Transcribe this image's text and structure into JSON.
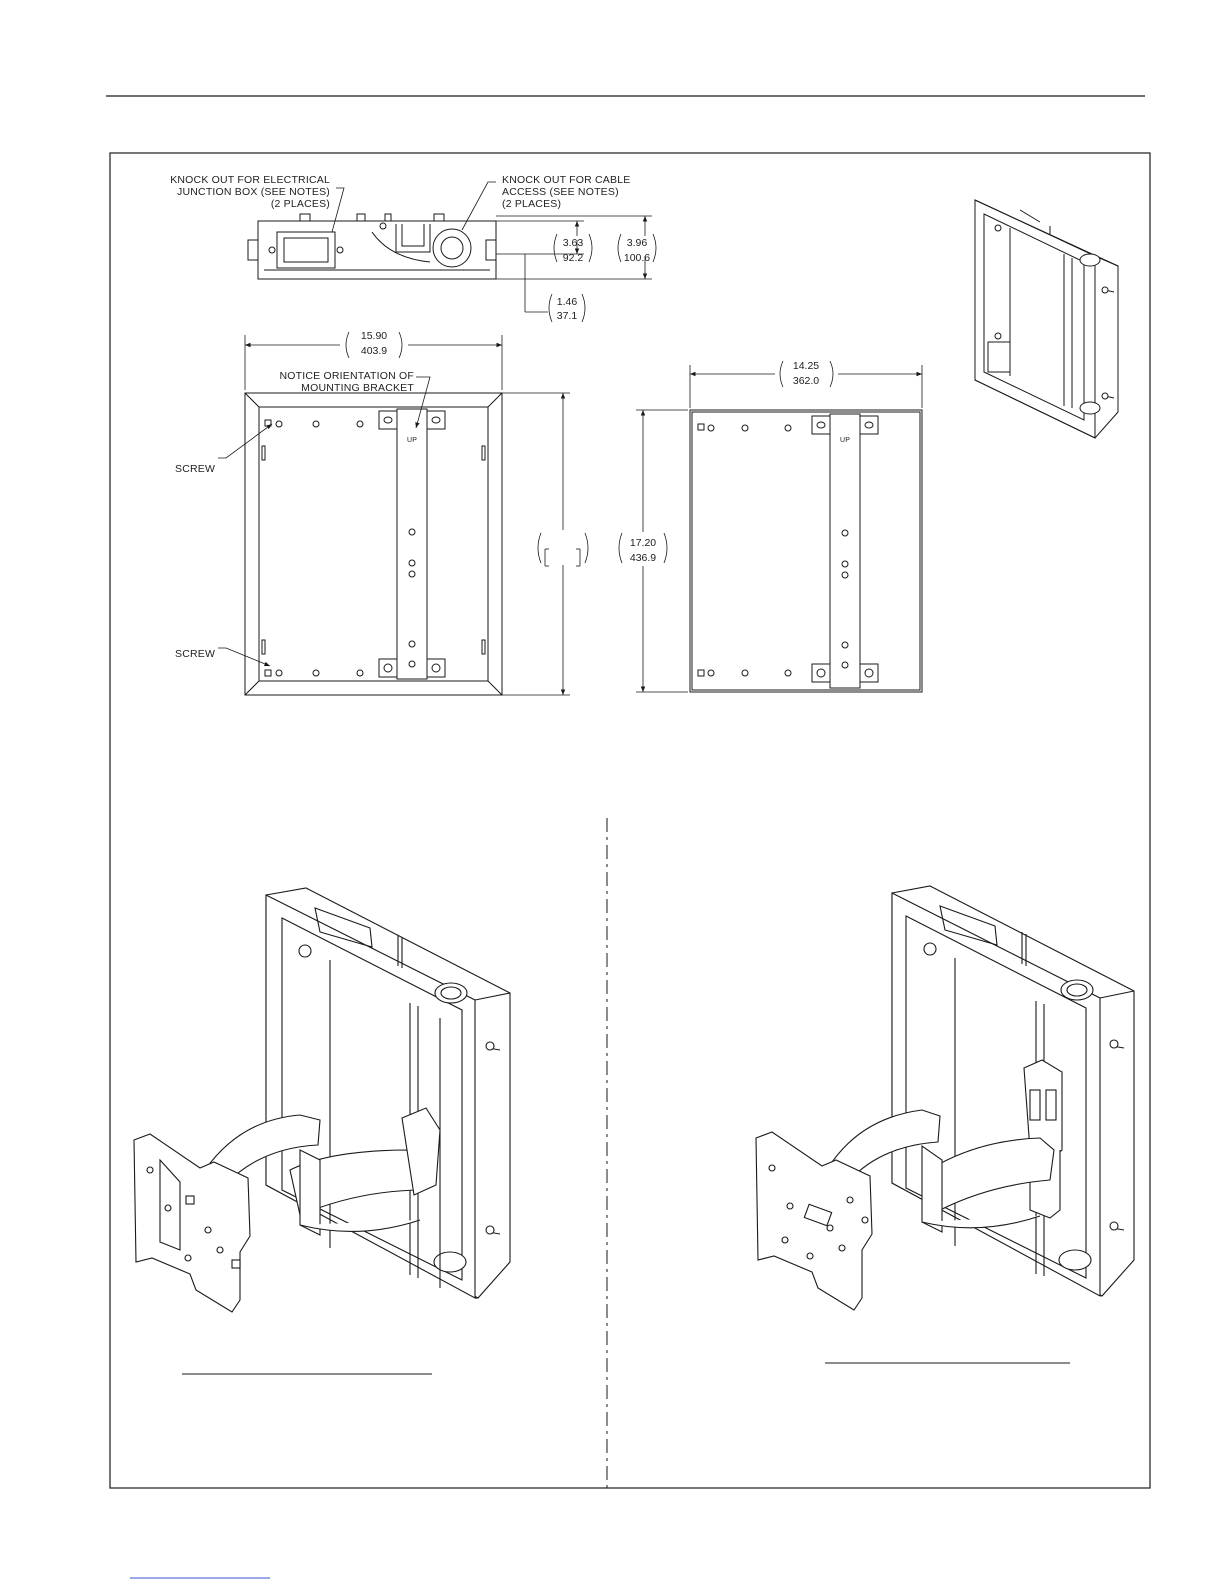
{
  "colors": {
    "ink": "#1a1a1a",
    "paper": "#ffffff",
    "link": "#3355cc"
  },
  "top_view": {
    "electrical_callout": [
      "KNOCK OUT FOR ELECTRICAL",
      "JUNCTION BOX (SEE NOTES)",
      "(2 PLACES)"
    ],
    "cable_callout": [
      "KNOCK OUT FOR CABLE",
      "ACCESS (SEE NOTES)",
      "(2 PLACES)"
    ],
    "dim_height_in": "3.63",
    "dim_height_mm": "92.2",
    "dim_depth_in": "3.96",
    "dim_depth_mm": "100.6",
    "dim_offset_in": "1.46",
    "dim_offset_mm": "37.1"
  },
  "front_view": {
    "dim_width_in": "15.90",
    "dim_width_mm": "403.9",
    "notice_label": [
      "NOTICE ORIENTATION OF",
      "MOUNTING BRACKET"
    ],
    "screw_label_top": "SCREW",
    "screw_label_bottom": "SCREW",
    "up_label": "UP"
  },
  "back_view": {
    "dim_width_in": "14.25",
    "dim_width_mm": "362.0",
    "dim_height_in": "17.20",
    "dim_height_mm": "436.9",
    "up_label": "UP"
  }
}
